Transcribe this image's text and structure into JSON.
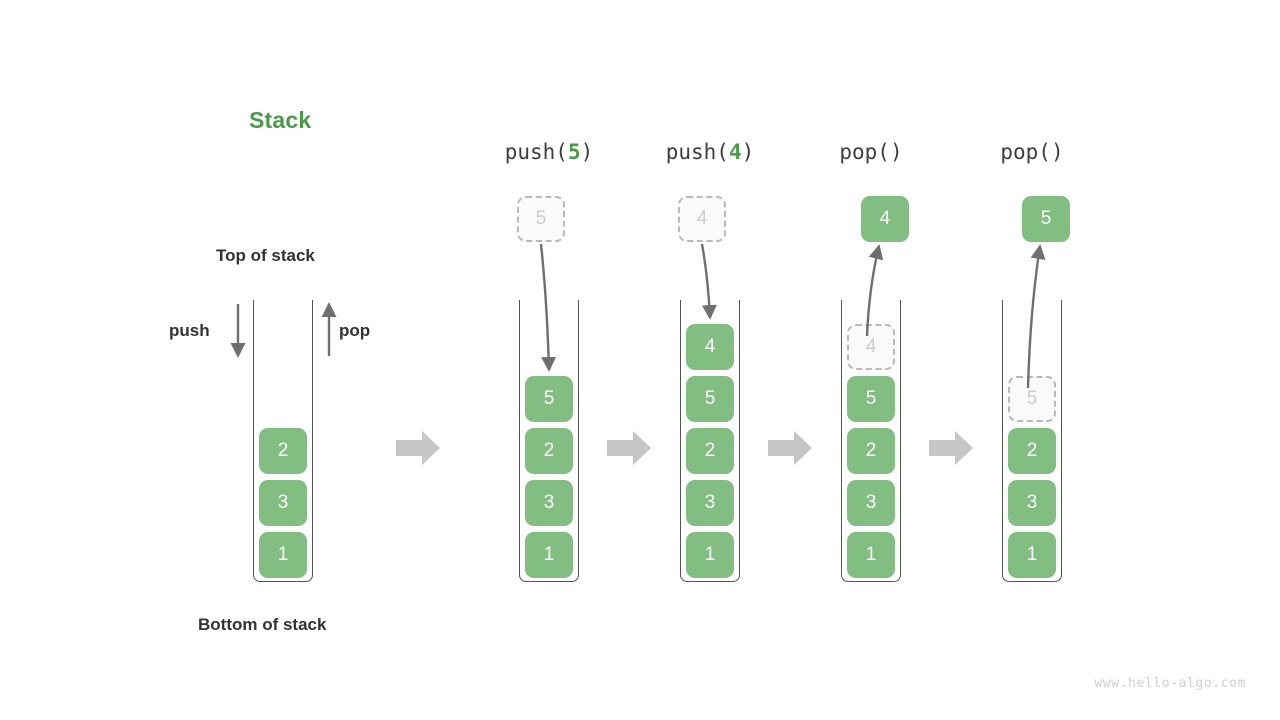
{
  "diagram": {
    "title": "Stack",
    "top_label": "Top of stack",
    "bottom_label": "Bottom of stack",
    "push_label": "push",
    "pop_label": "pop",
    "watermark": "www.hello-algo.com",
    "colors": {
      "cell_green": "#82bd82",
      "title_green": "#4a9a4a",
      "ghost_fill": "#fafafa",
      "ghost_border": "#b9b9b9",
      "ghost_text": "#cccccc",
      "container_stroke": "#555555",
      "arrow_gray": "#6f6f6f",
      "transition_arrow": "#c6c6c6",
      "text": "#333333",
      "watermark": "#cfcfcf"
    }
  },
  "initial_stack": {
    "name": "initial",
    "cells": [
      "2",
      "3",
      "1"
    ]
  },
  "steps": [
    {
      "caption_prefix": "push(",
      "caption_arg": "5",
      "caption_suffix": ")",
      "operation": "push",
      "floating_cell": {
        "value": "5",
        "style": "ghost"
      },
      "cells": [
        "5",
        "2",
        "3",
        "1"
      ],
      "ghost_index": -1,
      "ghost_value": ""
    },
    {
      "caption_prefix": "push(",
      "caption_arg": "4",
      "caption_suffix": ")",
      "operation": "push",
      "floating_cell": {
        "value": "4",
        "style": "ghost"
      },
      "cells": [
        "4",
        "5",
        "2",
        "3",
        "1"
      ],
      "ghost_index": -1,
      "ghost_value": ""
    },
    {
      "caption_prefix": "pop(",
      "caption_arg": "",
      "caption_suffix": ")",
      "operation": "pop",
      "floating_cell": {
        "value": "4",
        "style": "solid"
      },
      "cells": [
        "4",
        "5",
        "2",
        "3",
        "1"
      ],
      "ghost_index": 0,
      "ghost_value": "4"
    },
    {
      "caption_prefix": "pop(",
      "caption_arg": "",
      "caption_suffix": ")",
      "operation": "pop",
      "floating_cell": {
        "value": "5",
        "style": "solid"
      },
      "cells": [
        "5",
        "2",
        "3",
        "1"
      ],
      "ghost_index": 0,
      "ghost_value": "5"
    }
  ],
  "transition_arrows": [
    {
      "name": "transition-arrow-1"
    },
    {
      "name": "transition-arrow-2"
    },
    {
      "name": "transition-arrow-3"
    },
    {
      "name": "transition-arrow-4"
    }
  ]
}
